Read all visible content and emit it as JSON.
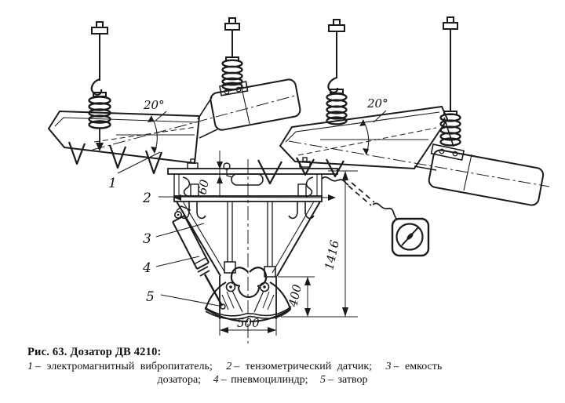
{
  "drawing": {
    "angle_left": "20°",
    "angle_right": "20°",
    "dim_frame_gap": "60",
    "dim_total_height": "1416",
    "dim_gate_height": "400",
    "dim_gate_width": "500",
    "part_labels": {
      "p1": "1",
      "p2": "2",
      "p3": "3",
      "p4": "4",
      "p5": "5"
    }
  },
  "caption": {
    "title": "Рис. 63. Дозатор ДВ 4210:",
    "line1": {
      "n1": "1",
      "t1": "– электромагнитный вибропитатель;",
      "n2": "2",
      "t2": "– тензометрический датчик;",
      "n3": "3",
      "t3": "– емкость"
    },
    "line2": {
      "t0": "дозатора;",
      "n4": "4",
      "t4": "– пневмоцилиндр;",
      "n5": "5",
      "t5": "– затвор"
    }
  }
}
